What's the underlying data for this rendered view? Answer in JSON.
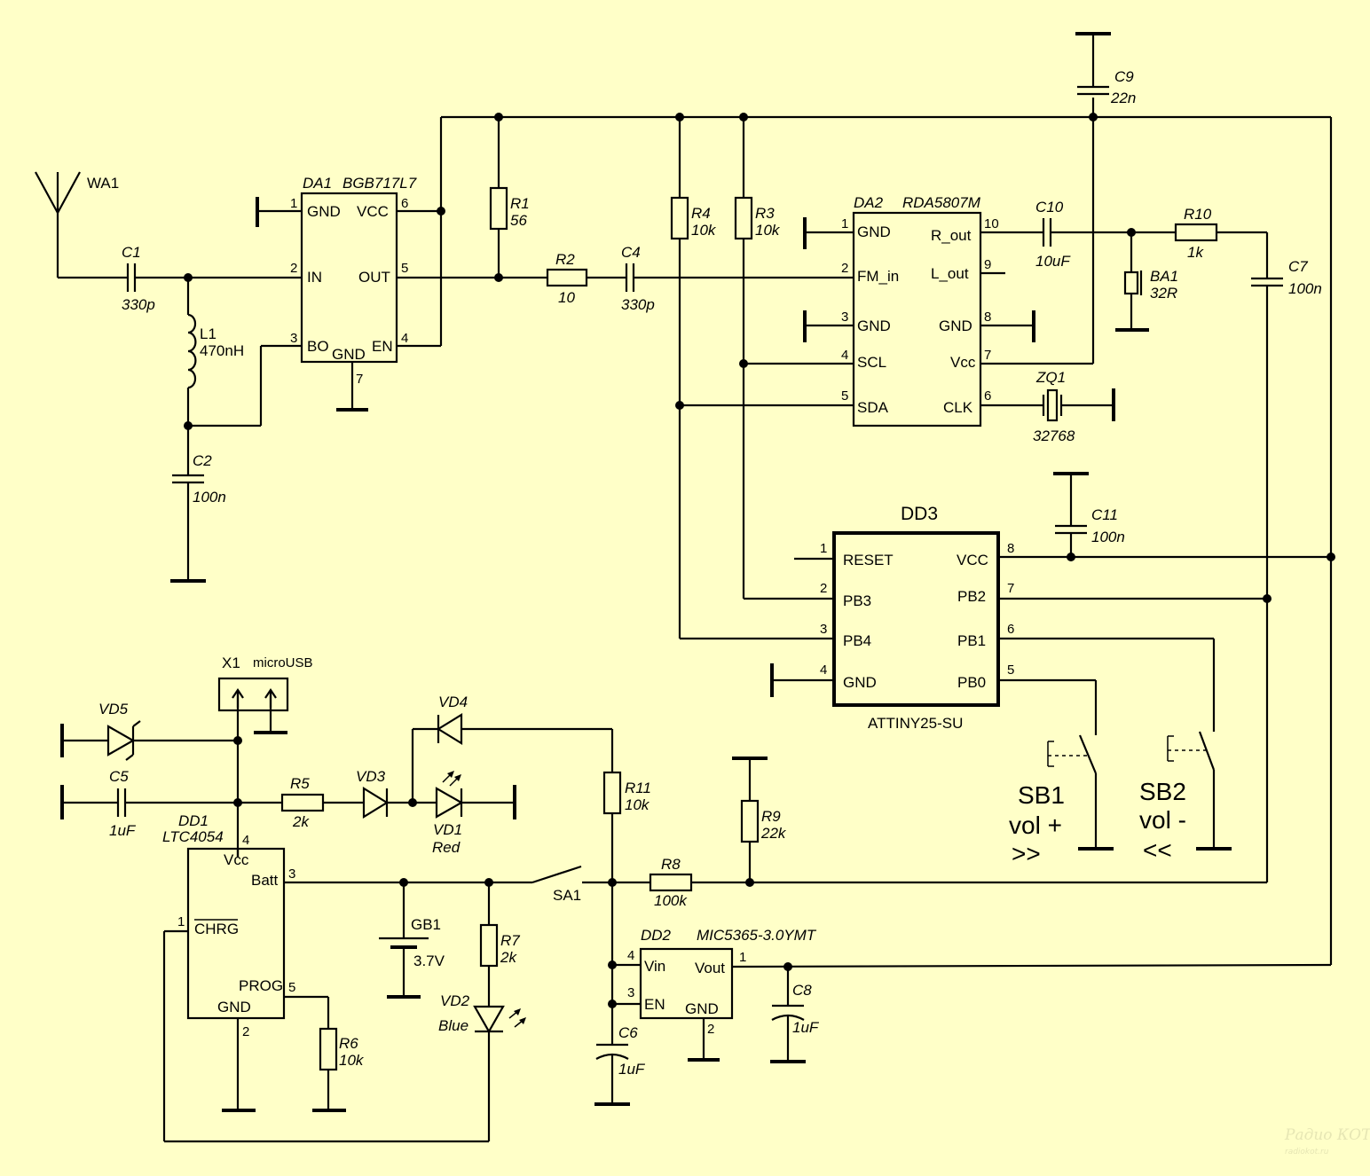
{
  "antenna": {
    "ref": "WA1"
  },
  "capacitors": {
    "c1": {
      "ref": "C1",
      "value": "330p"
    },
    "c2": {
      "ref": "C2",
      "value": "100n"
    },
    "c4": {
      "ref": "C4",
      "value": "330p"
    },
    "c5": {
      "ref": "C5",
      "value": "1uF"
    },
    "c6": {
      "ref": "C6",
      "value": "1uF"
    },
    "c7": {
      "ref": "C7",
      "value": "100n"
    },
    "c8": {
      "ref": "C8",
      "value": "1uF"
    },
    "c9": {
      "ref": "C9",
      "value": "22n"
    },
    "c10": {
      "ref": "C10",
      "value": "10uF"
    },
    "c11": {
      "ref": "C11",
      "value": "100n"
    }
  },
  "inductor": {
    "ref": "L1",
    "value": "470nH"
  },
  "resistors": {
    "r1": {
      "ref": "R1",
      "value": "56"
    },
    "r2": {
      "ref": "R2",
      "value": "10"
    },
    "r3": {
      "ref": "R3",
      "value": "10k"
    },
    "r4": {
      "ref": "R4",
      "value": "10k"
    },
    "r5": {
      "ref": "R5",
      "value": "2k"
    },
    "r6": {
      "ref": "R6",
      "value": "10k"
    },
    "r7": {
      "ref": "R7",
      "value": "2k"
    },
    "r8": {
      "ref": "R8",
      "value": "100k"
    },
    "r9": {
      "ref": "R9",
      "value": "22k"
    },
    "r10": {
      "ref": "R10",
      "value": "1k"
    },
    "r11": {
      "ref": "R11",
      "value": "10k"
    }
  },
  "da1": {
    "ref": "DA1",
    "part": "BGB717L7",
    "pins": {
      "gnd": "GND",
      "in": "IN",
      "bo": "BO",
      "vcc": "VCC",
      "out": "OUT",
      "en": "EN",
      "gnd_b": "GND"
    },
    "nums": {
      "p1": "1",
      "p2": "2",
      "p3": "3",
      "p4": "4",
      "p5": "5",
      "p6": "6",
      "p7": "7"
    }
  },
  "da2": {
    "ref": "DA2",
    "part": "RDA5807M",
    "pins": {
      "gnd1": "GND",
      "fm_in": "FM_in",
      "gnd3": "GND",
      "scl": "SCL",
      "sda": "SDA",
      "r_out": "R_out",
      "l_out": "L_out",
      "gnd8": "GND",
      "vcc": "Vcc",
      "clk": "CLK"
    },
    "nums": {
      "p1": "1",
      "p2": "2",
      "p3": "3",
      "p4": "4",
      "p5": "5",
      "p6": "6",
      "p7": "7",
      "p8": "8",
      "p9": "9",
      "p10": "10"
    }
  },
  "dd3": {
    "ref": "DD3",
    "part": "ATTINY25-SU",
    "pins": {
      "reset": "RESET",
      "pb3": "PB3",
      "pb4": "PB4",
      "gnd": "GND",
      "vcc": "VCC",
      "pb2": "PB2",
      "pb1": "PB1",
      "pb0": "PB0"
    },
    "nums": {
      "p1": "1",
      "p2": "2",
      "p3": "3",
      "p4": "4",
      "p5": "5",
      "p6": "6",
      "p7": "7",
      "p8": "8"
    }
  },
  "dd1": {
    "ref": "DD1",
    "part": "LTC4054",
    "pins": {
      "vcc": "Vcc",
      "batt": "Batt",
      "chrg": "CHRG",
      "prog": "PROG",
      "gnd": "GND"
    },
    "nums": {
      "p1": "1",
      "p2": "2",
      "p3": "3",
      "p4": "4",
      "p5": "5"
    }
  },
  "dd2": {
    "ref": "DD2",
    "part": "MIC5365-3.0YMT",
    "pins": {
      "vin": "Vin",
      "en": "EN",
      "gnd": "GND",
      "vout": "Vout"
    },
    "nums": {
      "p1": "1",
      "p2": "2",
      "p3": "3",
      "p4": "4"
    }
  },
  "buzzer": {
    "ref": "BA1",
    "value": "32R"
  },
  "crystal": {
    "ref": "ZQ1",
    "value": "32768"
  },
  "usb": {
    "ref": "X1",
    "type": "microUSB"
  },
  "diodes": {
    "vd1": {
      "ref": "VD1",
      "color": "Red"
    },
    "vd2": {
      "ref": "VD2",
      "color": "Blue"
    },
    "vd3": {
      "ref": "VD3"
    },
    "vd4": {
      "ref": "VD4"
    },
    "vd5": {
      "ref": "VD5"
    }
  },
  "battery": {
    "ref": "GB1",
    "value": "3.7V"
  },
  "switch": {
    "ref": "SA1"
  },
  "buttons": {
    "sb1": {
      "ref": "SB1",
      "label": "vol +",
      "symbol": ">>"
    },
    "sb2": {
      "ref": "SB2",
      "label": "vol -",
      "symbol": "<<"
    }
  },
  "watermark": {
    "line1": "Радио КОТ",
    "line2": "radiokot.ru"
  }
}
